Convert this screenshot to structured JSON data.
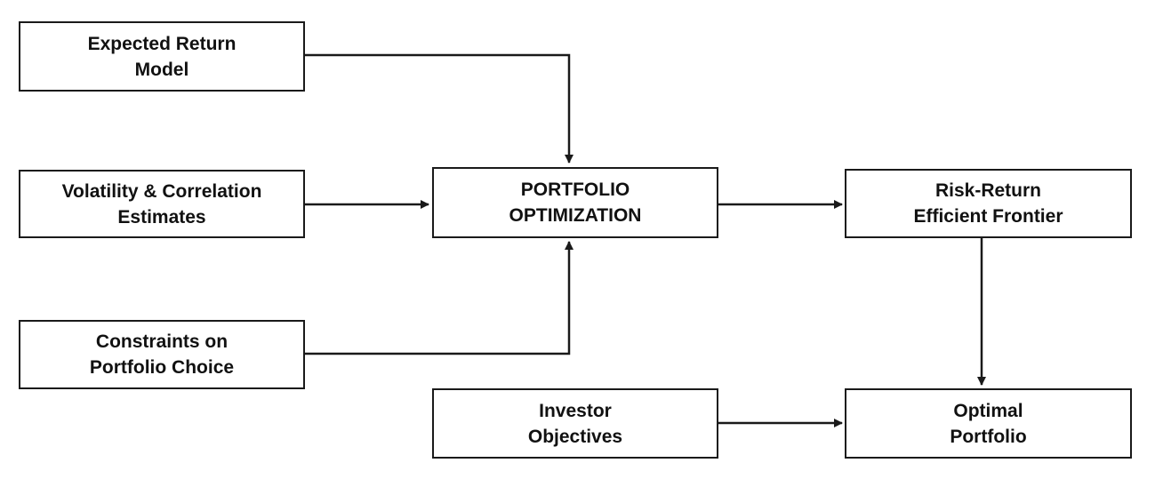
{
  "diagram": {
    "type": "flowchart",
    "nodes": [
      {
        "id": "expected-return",
        "label": "Expected Return\nModel"
      },
      {
        "id": "volatility",
        "label": "Volatility & Correlation\nEstimates"
      },
      {
        "id": "constraints",
        "label": "Constraints on\nPortfolio Choice"
      },
      {
        "id": "optimization",
        "label": "PORTFOLIO\nOPTIMIZATION"
      },
      {
        "id": "frontier",
        "label": "Risk-Return\nEfficient Frontier"
      },
      {
        "id": "investor",
        "label": "Investor\nObjectives"
      },
      {
        "id": "optimal",
        "label": "Optimal\nPortfolio"
      }
    ],
    "edges": [
      {
        "from": "expected-return",
        "to": "optimization"
      },
      {
        "from": "volatility",
        "to": "optimization"
      },
      {
        "from": "constraints",
        "to": "optimization"
      },
      {
        "from": "optimization",
        "to": "frontier"
      },
      {
        "from": "frontier",
        "to": "optimal"
      },
      {
        "from": "investor",
        "to": "optimal"
      }
    ],
    "colors": {
      "stroke": "#1a1a1a",
      "text": "#111111",
      "background": "#ffffff"
    }
  }
}
